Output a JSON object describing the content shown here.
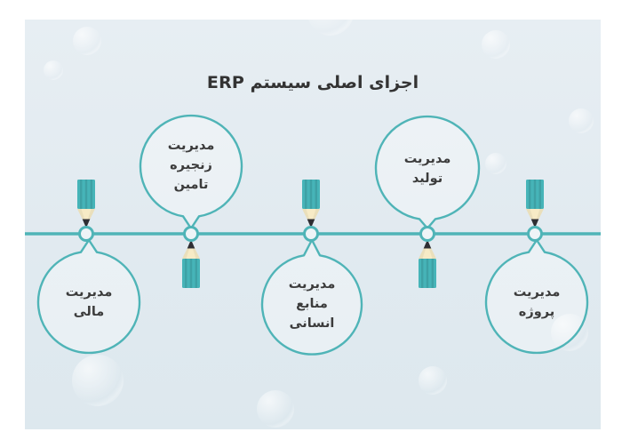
{
  "title": "اجزای اصلی سیستم ERP",
  "direction": "rtl",
  "bubbles": [
    {
      "id": "supply-chain",
      "label": "مدیریت\nزنجیره\nتامین",
      "position": "above-line"
    },
    {
      "id": "production",
      "label": "مدیریت\nتولید",
      "position": "above-line"
    },
    {
      "id": "finance",
      "label": "مدیریت\nمالی",
      "position": "below-line"
    },
    {
      "id": "human-resources",
      "label": "مدیریت\nمنابع\nانسانی",
      "position": "below-line"
    },
    {
      "id": "project",
      "label": "مدیریت\nپروژه",
      "position": "below-line"
    }
  ],
  "icons": {
    "pencil": "pencil-icon",
    "node": "timeline-node-ring",
    "background": "soap-bubble"
  },
  "colors": {
    "accent_teal": "#4fb4b7",
    "pencil_body": "#46b4b8",
    "pencil_wood": "#f7ebc6",
    "pencil_graphite": "#2e2e33",
    "panel_background": "#e2ebf1",
    "page_background": "#ffffff",
    "text": "#3c3c3c"
  }
}
